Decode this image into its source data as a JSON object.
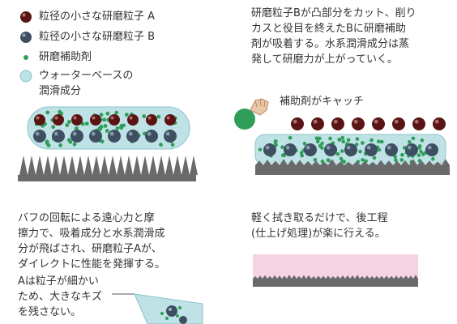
{
  "legend": {
    "items": [
      {
        "label": "粒径の小さな研磨粒子 A",
        "icon": "dark-red-particle-icon",
        "color": "#5a1414"
      },
      {
        "label": "粒径の小さな研磨粒子 B",
        "icon": "dark-blue-particle-icon",
        "color": "#3e4f62"
      },
      {
        "label": "研磨補助剤",
        "icon": "green-dot-icon",
        "color": "#2e9e58"
      },
      {
        "label": "ウォーターベースの",
        "label2": "潤滑成分",
        "icon": "water-base-icon",
        "color": "#bfe2e6"
      }
    ]
  },
  "step2": {
    "lines": [
      "研磨粒子Bが凸部分をカット、削り",
      "カスと役目を終えたBに研磨補助",
      "剤が吸着する。水系潤滑成分は蒸",
      "発して研磨力が上がっていく。"
    ],
    "callout": "補助剤がキャッチ"
  },
  "step3": {
    "lines": [
      "バフの回転による遠心力と摩",
      "擦力で、吸着成分と水系潤滑成",
      "分が飛ばされ、研磨粒子Aが、",
      "ダイレクトに性能を発揮する。"
    ],
    "note_lines": [
      "Aは粒子が細かい",
      "ため、大きなキズ",
      "を残さない。"
    ]
  },
  "step4": {
    "lines": [
      "軽く拭き取るだけで、後工程",
      "(仕上げ処理)が楽に行える。"
    ]
  },
  "colors": {
    "particle_a": "#5a1414",
    "particle_b": "#3e4f62",
    "agent": "#2e9e58",
    "water": "#bfe2e6",
    "surface": "#6a6a6a",
    "finish": "#f6d3e2"
  }
}
